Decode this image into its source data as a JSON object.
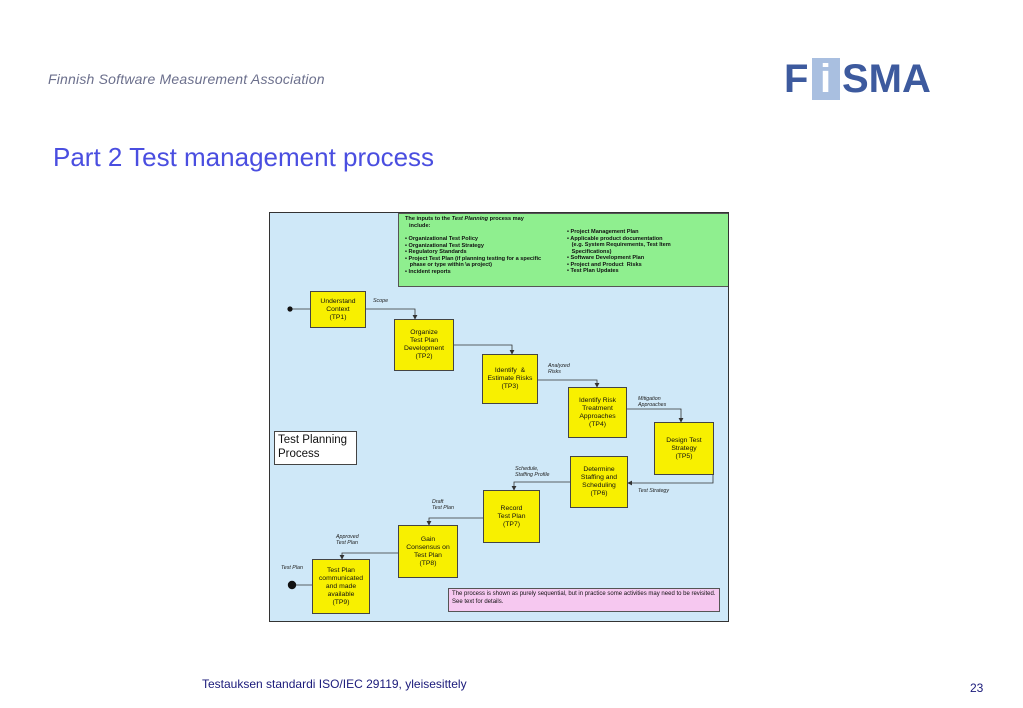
{
  "header": {
    "org_name": "Finnish Software Measurement Association",
    "logo_text": {
      "part1": "F",
      "part2": "i",
      "part3": "SMA"
    }
  },
  "slide": {
    "title": "Part 2 Test management process"
  },
  "diagram": {
    "inputs_box": {
      "heading_line1_pre": "The  inputs to the ",
      "heading_line1_em": "Test Planning",
      "heading_line1_post": " process may",
      "heading_line2": "include:",
      "col1": [
        "• Organizational Test Policy",
        "• Organizational Test Strategy",
        "• Regulatory Standards",
        "• Project Test Plan (if planning testing for a specific",
        "   phase or type within \\a project)",
        "• Incident reports"
      ],
      "col2": [
        "• Project Management Plan",
        "• Applicable product documentation",
        "   (e.g. System Requirements, Test Item",
        "   Specifications)",
        "• Software Development Plan",
        "• Project and Product  Risks",
        "• Test Plan Updates"
      ]
    },
    "process_label": "Test Planning\nProcess",
    "steps": [
      {
        "text": "Understand\nContext\n(TP1)"
      },
      {
        "text": "Organize\nTest Plan\nDevelopment\n(TP2)"
      },
      {
        "text": "Identify  &\nEstimate Risks\n(TP3)"
      },
      {
        "text": "Identify Risk\nTreatment\nApproaches\n(TP4)"
      },
      {
        "text": "Design Test\nStrategy\n(TP5)"
      },
      {
        "text": "Determine\nStaffing and\nScheduling\n(TP6)"
      },
      {
        "text": "Record\nTest Plan\n(TP7)"
      },
      {
        "text": "Gain\nConsensus on\nTest Plan\n(TP8)"
      },
      {
        "text": "Test Plan\ncommunicated\nand made\navailable\n(TP9)"
      }
    ],
    "flow_labels": {
      "scope": "Scope",
      "analyzed_risks": "Analyzed\nRisks",
      "mitigation": "Mitigation\nApproaches",
      "test_strategy": "Test Strategy",
      "schedule": "Schedule,\nStaffing Profile",
      "draft": "Draft\nTest Plan",
      "approved": "Approved\nTest Plan",
      "output": "Test Plan"
    },
    "note": "The process is shown as purely sequential, but in practice some activities may need to be revisited.  See text for details."
  },
  "footer": {
    "text": "Testauksen standardi ISO/IEC 29119, yleisesittely",
    "page": "23"
  },
  "colors": {
    "title": "#4a4ee0",
    "diagram_bg": "#cfe8f8",
    "box_fill": "#f8f000",
    "inputs_fill": "#8fef8f",
    "note_fill": "#f6c8f0",
    "logo_blue": "#3d5a9e"
  }
}
